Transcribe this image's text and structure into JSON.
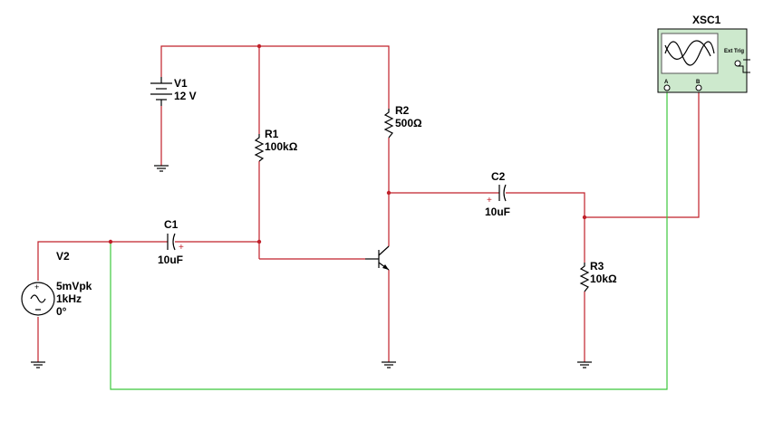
{
  "components": {
    "v1": {
      "ref": "V1",
      "value": "12 V"
    },
    "v2": {
      "ref": "V2",
      "amplitude": "5mVpk",
      "frequency": "1kHz",
      "phase": "0°"
    },
    "r1": {
      "ref": "R1",
      "value": "100kΩ"
    },
    "r2": {
      "ref": "R2",
      "value": "500Ω"
    },
    "r3": {
      "ref": "R3",
      "value": "10kΩ"
    },
    "c1": {
      "ref": "C1",
      "value": "10uF"
    },
    "c2": {
      "ref": "C2",
      "value": "10uF"
    },
    "scope": {
      "ref": "XSC1",
      "ext_trig": "Ext Trig",
      "channel_a": "A",
      "channel_b": "B"
    }
  },
  "colors": {
    "wire": "#c0202a",
    "probe_a_wire": "#3cc83c",
    "scope_body": "#cde9cd",
    "scope_screen": "#ffffff"
  },
  "icons": {
    "source_v2": "ac-source-icon",
    "battery_v1": "battery-icon",
    "transistor": "npn-transistor-icon",
    "ground": "ground-icon"
  }
}
